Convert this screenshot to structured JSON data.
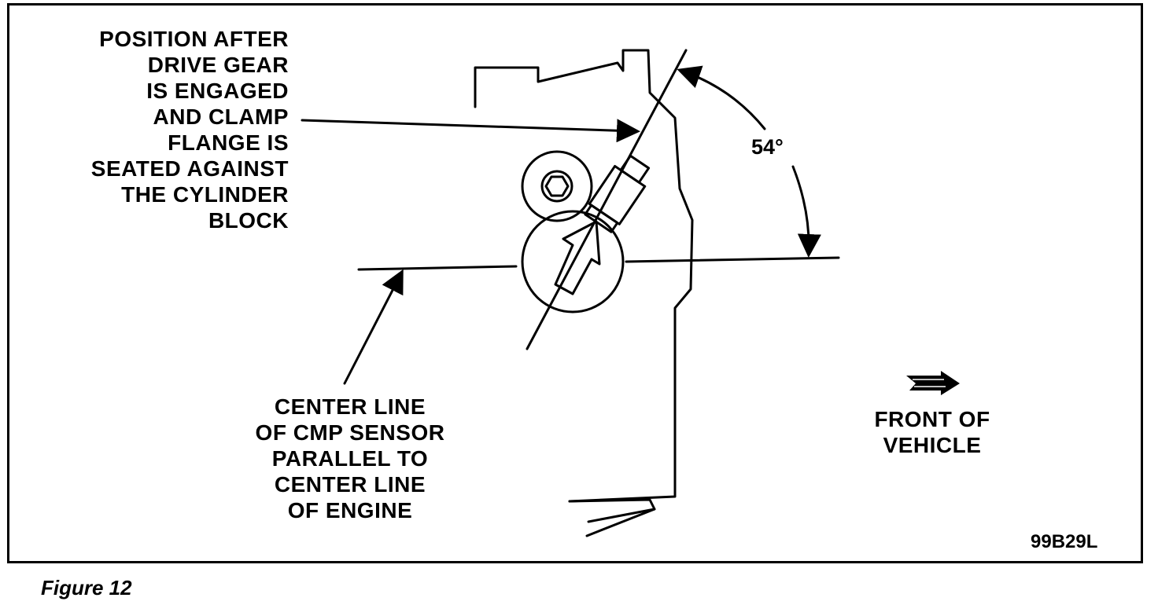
{
  "diagram": {
    "position_label_lines": [
      "POSITION AFTER",
      "DRIVE GEAR",
      "IS ENGAGED",
      "AND CLAMP",
      "FLANGE IS",
      "SEATED AGAINST",
      "THE CYLINDER",
      "BLOCK"
    ],
    "centerline_label_lines": [
      "CENTER LINE",
      "OF CMP SENSOR",
      "PARALLEL TO",
      "CENTER LINE",
      "OF ENGINE"
    ],
    "front_label_lines": [
      "FRONT OF",
      "VEHICLE"
    ],
    "angle": "54°",
    "figure_code": "99B29L",
    "icons": [
      "direction-arrow-icon",
      "hex-bolt-icon"
    ],
    "colors": {
      "ink": "#000000",
      "paper": "#ffffff"
    }
  },
  "caption": "Figure 12"
}
